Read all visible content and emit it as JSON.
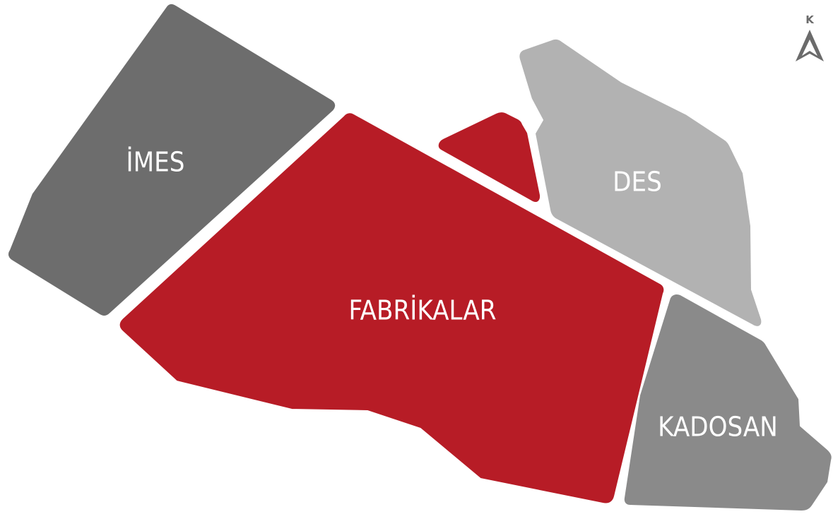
{
  "map": {
    "regions": [
      {
        "id": "imes",
        "label": "İMES",
        "color": "#6d6d6d"
      },
      {
        "id": "fabrikalar",
        "label": "FABRİKALAR",
        "color": "#b71c26"
      },
      {
        "id": "fabrikalar-small",
        "label": "",
        "color": "#b71c26"
      },
      {
        "id": "des",
        "label": "DES",
        "color": "#b2b2b2"
      },
      {
        "id": "kadosan",
        "label": "KADOSAN",
        "color": "#8a8a8a"
      }
    ],
    "north_arrow": {
      "letter": "K",
      "color": "#6b6b6b"
    }
  }
}
